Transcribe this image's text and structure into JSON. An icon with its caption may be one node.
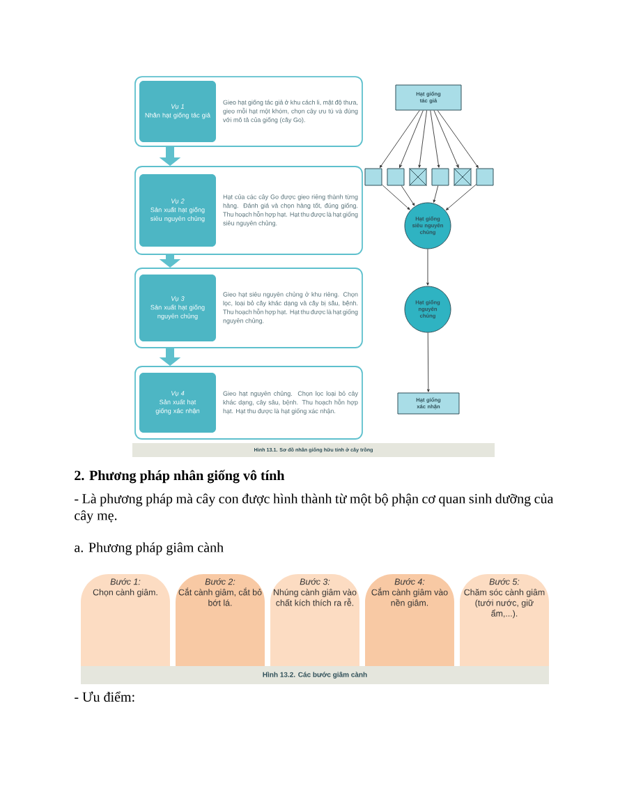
{
  "diagram": {
    "nodes": [
      {
        "text": [
          "Gieo hạt giống tác giả ở khu cách li, mật độ thưa, gieo mỗi hạt một khóm, chọn cây ưu tú và đúng với mô tả của giống (cây Go)."
        ]
      },
      {
        "text": [
          "Vụ 1",
          "Nhân hạt giống tác giả"
        ],
        "in": 0
      },
      {
        "text": [
          "Hạt của các cây Go được gieo riêng thành từng hàng. Đánh giá và chọn hàng tốt, đúng giống. Thu hoạch hỗn hợp hạt. Hạt thu được là hạt giống siêu nguyên chủng."
        ]
      },
      {
        "text": [
          "Vụ 2",
          "Sản xuất hạt giống siêu nguyên chủng"
        ],
        "in": 2
      },
      {
        "text": [
          "Gieo hạt siêu nguyên chủng ở khu riêng. Chọn lọc, loại bỏ cây khác dạng và cây bị sâu, bệnh. Thu hoạch hỗn hợp hạt. Hạt thu được là hạt giống nguyên chủng."
        ]
      },
      {
        "text": [
          "Vụ 3",
          "Sản xuất hạt giống nguyên chủng"
        ],
        "in": 4
      },
      {
        "text": [
          "Gieo hạt nguyên chủng. Chọn lọc loại bỏ cây khác dạng, cây sâu, bệnh. Thu hoạch hỗn hợp hạt. Hạt thu được là hạt giống xác nhận."
        ]
      },
      {
        "text": [
          "Vụ 4",
          "Sản xuất hạt giống xác nhận"
        ],
        "in": 6
      },
      {
        "text": [
          "Hạt giống tác giả"
        ]
      },
      {
        "text": [],
        "shape": "box"
      },
      {
        "text": [],
        "shape": "box"
      },
      {
        "text": [],
        "shape": "crossed-box"
      },
      {
        "text": [],
        "shape": "box"
      },
      {
        "text": [],
        "shape": "crossed-box"
      },
      {
        "text": [],
        "shape": "box"
      },
      {
        "text": [
          "Hạt giống siêu nguyên chủng"
        ]
      },
      {
        "text": [
          "Hạt giống nguyên chủng"
        ]
      },
      {
        "text": [
          "Hạt giống xác nhận"
        ]
      },
      {
        "text": [
          "Bước 1:",
          "Chọn cành giâm."
        ]
      },
      {
        "text": [
          "Bước 2:",
          "Cắt cành giâm, cắt bỏ bớt lá."
        ]
      },
      {
        "text": [
          "Bước 3:",
          "Nhúng cành giâm vào chất kích thích ra rễ."
        ]
      },
      {
        "text": [
          "Bước 4:",
          "Cắm cành giâm vào nền giâm."
        ]
      },
      {
        "text": [
          "Bước 5:",
          "Chăm sóc cành giâm (tưới nước, giữ ẩm,...)."
        ]
      }
    ],
    "edges": [
      {
        "from": 0,
        "to": 2,
        "arrow": "to",
        "style": "thick",
        "color": "#5ec0cd"
      },
      {
        "from": 2,
        "to": 4,
        "arrow": "to",
        "style": "thick",
        "color": "#5ec0cd"
      },
      {
        "from": 4,
        "to": 6,
        "arrow": "to",
        "style": "thick",
        "color": "#5ec0cd"
      },
      {
        "from": 8,
        "to": 9,
        "arrow": "to"
      },
      {
        "from": 8,
        "to": 10,
        "arrow": "to"
      },
      {
        "from": 8,
        "to": 11,
        "arrow": "to"
      },
      {
        "from": 8,
        "to": 12,
        "arrow": "to"
      },
      {
        "from": 8,
        "to": 13,
        "arrow": "to"
      },
      {
        "from": 8,
        "to": 14,
        "arrow": "to"
      },
      {
        "from": 9,
        "to": 15,
        "arrow": "to"
      },
      {
        "from": 10,
        "to": 15,
        "arrow": "to"
      },
      {
        "from": 12,
        "to": 15,
        "arrow": "to"
      },
      {
        "from": 14,
        "to": 15,
        "arrow": "to"
      },
      {
        "from": 15,
        "to": 16,
        "arrow": "to"
      },
      {
        "from": 16,
        "to": 17,
        "arrow": "to"
      }
    ],
    "labels": [
      "Hình 13.1. Sơ đồ nhân giống hữu tính ở cây trồng",
      "2. Phương pháp nhân giống vô tính",
      "- Là phương pháp mà cây con được hình thành từ một bộ phận cơ quan sinh dưỡng của cây mẹ.",
      "a. Phương pháp giâm cành",
      "Hình 13.2. Các bước giâm cành",
      "- Ưu điểm:"
    ]
  }
}
